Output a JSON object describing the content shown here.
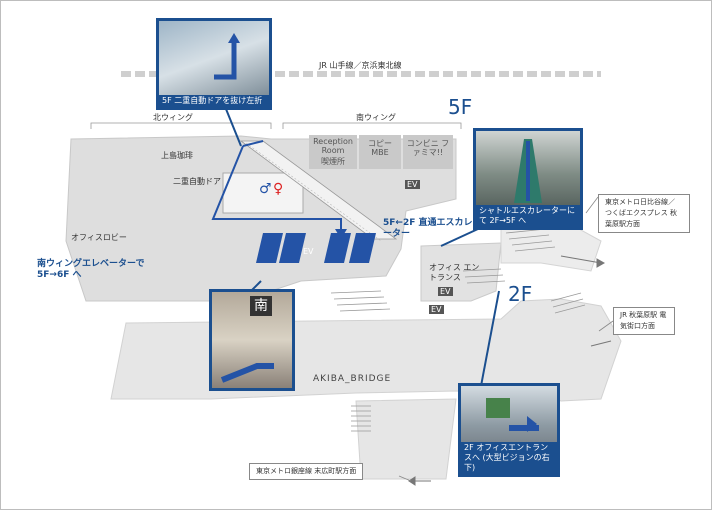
{
  "floors": {
    "upper": "5F",
    "lower": "2F"
  },
  "rail": {
    "label": "JR 山手線／京浜東北線"
  },
  "wings": {
    "north": "北ウィング",
    "south": "南ウィング"
  },
  "places": {
    "shimashima": "上島珈琲",
    "double_door": "二重自動ドア",
    "office_lobby": "オフィスロビー",
    "reception": "Reception Room",
    "smoking": "喫煙所",
    "copy_mbe": "コピー MBE",
    "conbini": "コンビニ ファミマ!!",
    "office_entrance": "オフィス エントランス",
    "akiba_bridge": "AKIBA_BRIDGE",
    "ev": "EV"
  },
  "routes": {
    "elevator": "南ウィングエレベーターで 5F→6F へ",
    "escalator": "5F←2F 直通エスカレーター"
  },
  "photos": {
    "door": {
      "caption": "5F 二重自動ドアを抜け左折"
    },
    "shuttle": {
      "caption": "シャトルエスカレーターにて 2F→5F へ"
    },
    "south": {
      "caption": "",
      "sign": "南"
    },
    "entrance": {
      "caption": "2F オフィスエントランスへ (大型ビジョンの右下)"
    }
  },
  "callouts": {
    "metro_hibiya": "東京メトロ日比谷線／ つくばエクスプレス 秋葉原駅方面",
    "jr_akihabara": "JR 秋葉原駅 電気街口方面",
    "metro_ginza": "東京メトロ銀座線 末広町駅方面"
  },
  "colors": {
    "accent": "#1b4f8f",
    "floor_fill": "#e4e4e4",
    "route": "#2453a6"
  }
}
